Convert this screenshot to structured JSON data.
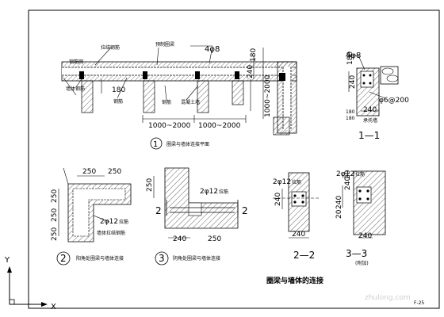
{
  "title": "圈梁与墙体的连接",
  "sheet_no": "F-25",
  "watermark": "zhulong.com",
  "axis": {
    "x": "X",
    "y": "Y"
  },
  "detail1": {
    "callout": "1",
    "caption": "圈梁与墙体连接平面",
    "bar_label": "4φ8",
    "dim_180_right": "180",
    "dim_240_right": "240",
    "dim_180_inner": "180",
    "dim_spacing_vertical": "1000~2000",
    "dim_spacing_a": "1000~2000",
    "dim_spacing_b": "1000~2000",
    "notes": [
      "预制圈梁",
      "拉结钢筋",
      "钢筋网",
      "墙体钢筋",
      "钢筋",
      "钢筋",
      "混凝土墙"
    ]
  },
  "detail11": {
    "callout": "1—1",
    "bar_label": "4φ8",
    "stirrup": "φ6@200",
    "dim_240": "240",
    "dim_240_side": "240",
    "dim_180": "180",
    "dim_180b": "180",
    "dim_180c": "180",
    "note": "承托墙"
  },
  "detail2": {
    "callout": "2",
    "caption": "阳角处圈梁与墙体连接",
    "dim_250_top": "250",
    "dim_250_left_a": "250",
    "dim_250_left_b": "250",
    "dim_250_left_c": "250",
    "bar_label": "2φ12",
    "bar_suffix": "拉筋",
    "note": "墙体拉结钢筋"
  },
  "detail3": {
    "callout": "3",
    "caption": "阴角处圈梁与墙体连接",
    "dim_250_left": "250",
    "dim_250_bottom": "250",
    "dim_240": "240",
    "bar_label": "2φ12",
    "bar_suffix": "拉筋",
    "section_left": "2",
    "section_right": "2"
  },
  "detail22": {
    "callout": "2—2",
    "bar_label": "2φ12",
    "bar_suffix": "拉筋",
    "dim_240": "240",
    "dim_240_bottom": "240"
  },
  "detail33": {
    "callout": "3—3",
    "sub": "(附加)",
    "bar_label": "2φ12",
    "bar_suffix": "拉筋",
    "dim_240": "240",
    "dim_20": "20",
    "dim_240_side": "240",
    "dim_20_side": "20",
    "dim_240_bottom": "240"
  }
}
